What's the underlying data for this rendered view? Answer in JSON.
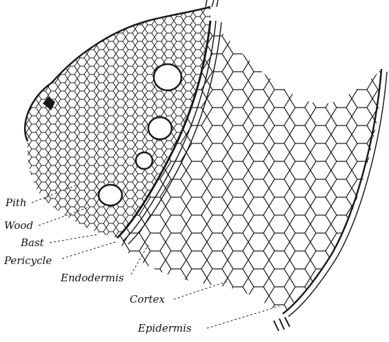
{
  "labels": {
    "pith": "Pith",
    "wood": "Wood",
    "bast": "Bast",
    "pericycle": "Pericycle",
    "endodermis": "Endodermis",
    "cortex": "Cortex",
    "epidermis": "Epidermis"
  },
  "colors": {
    "ink": "#1a1a1a",
    "paper": "#ffffff"
  }
}
